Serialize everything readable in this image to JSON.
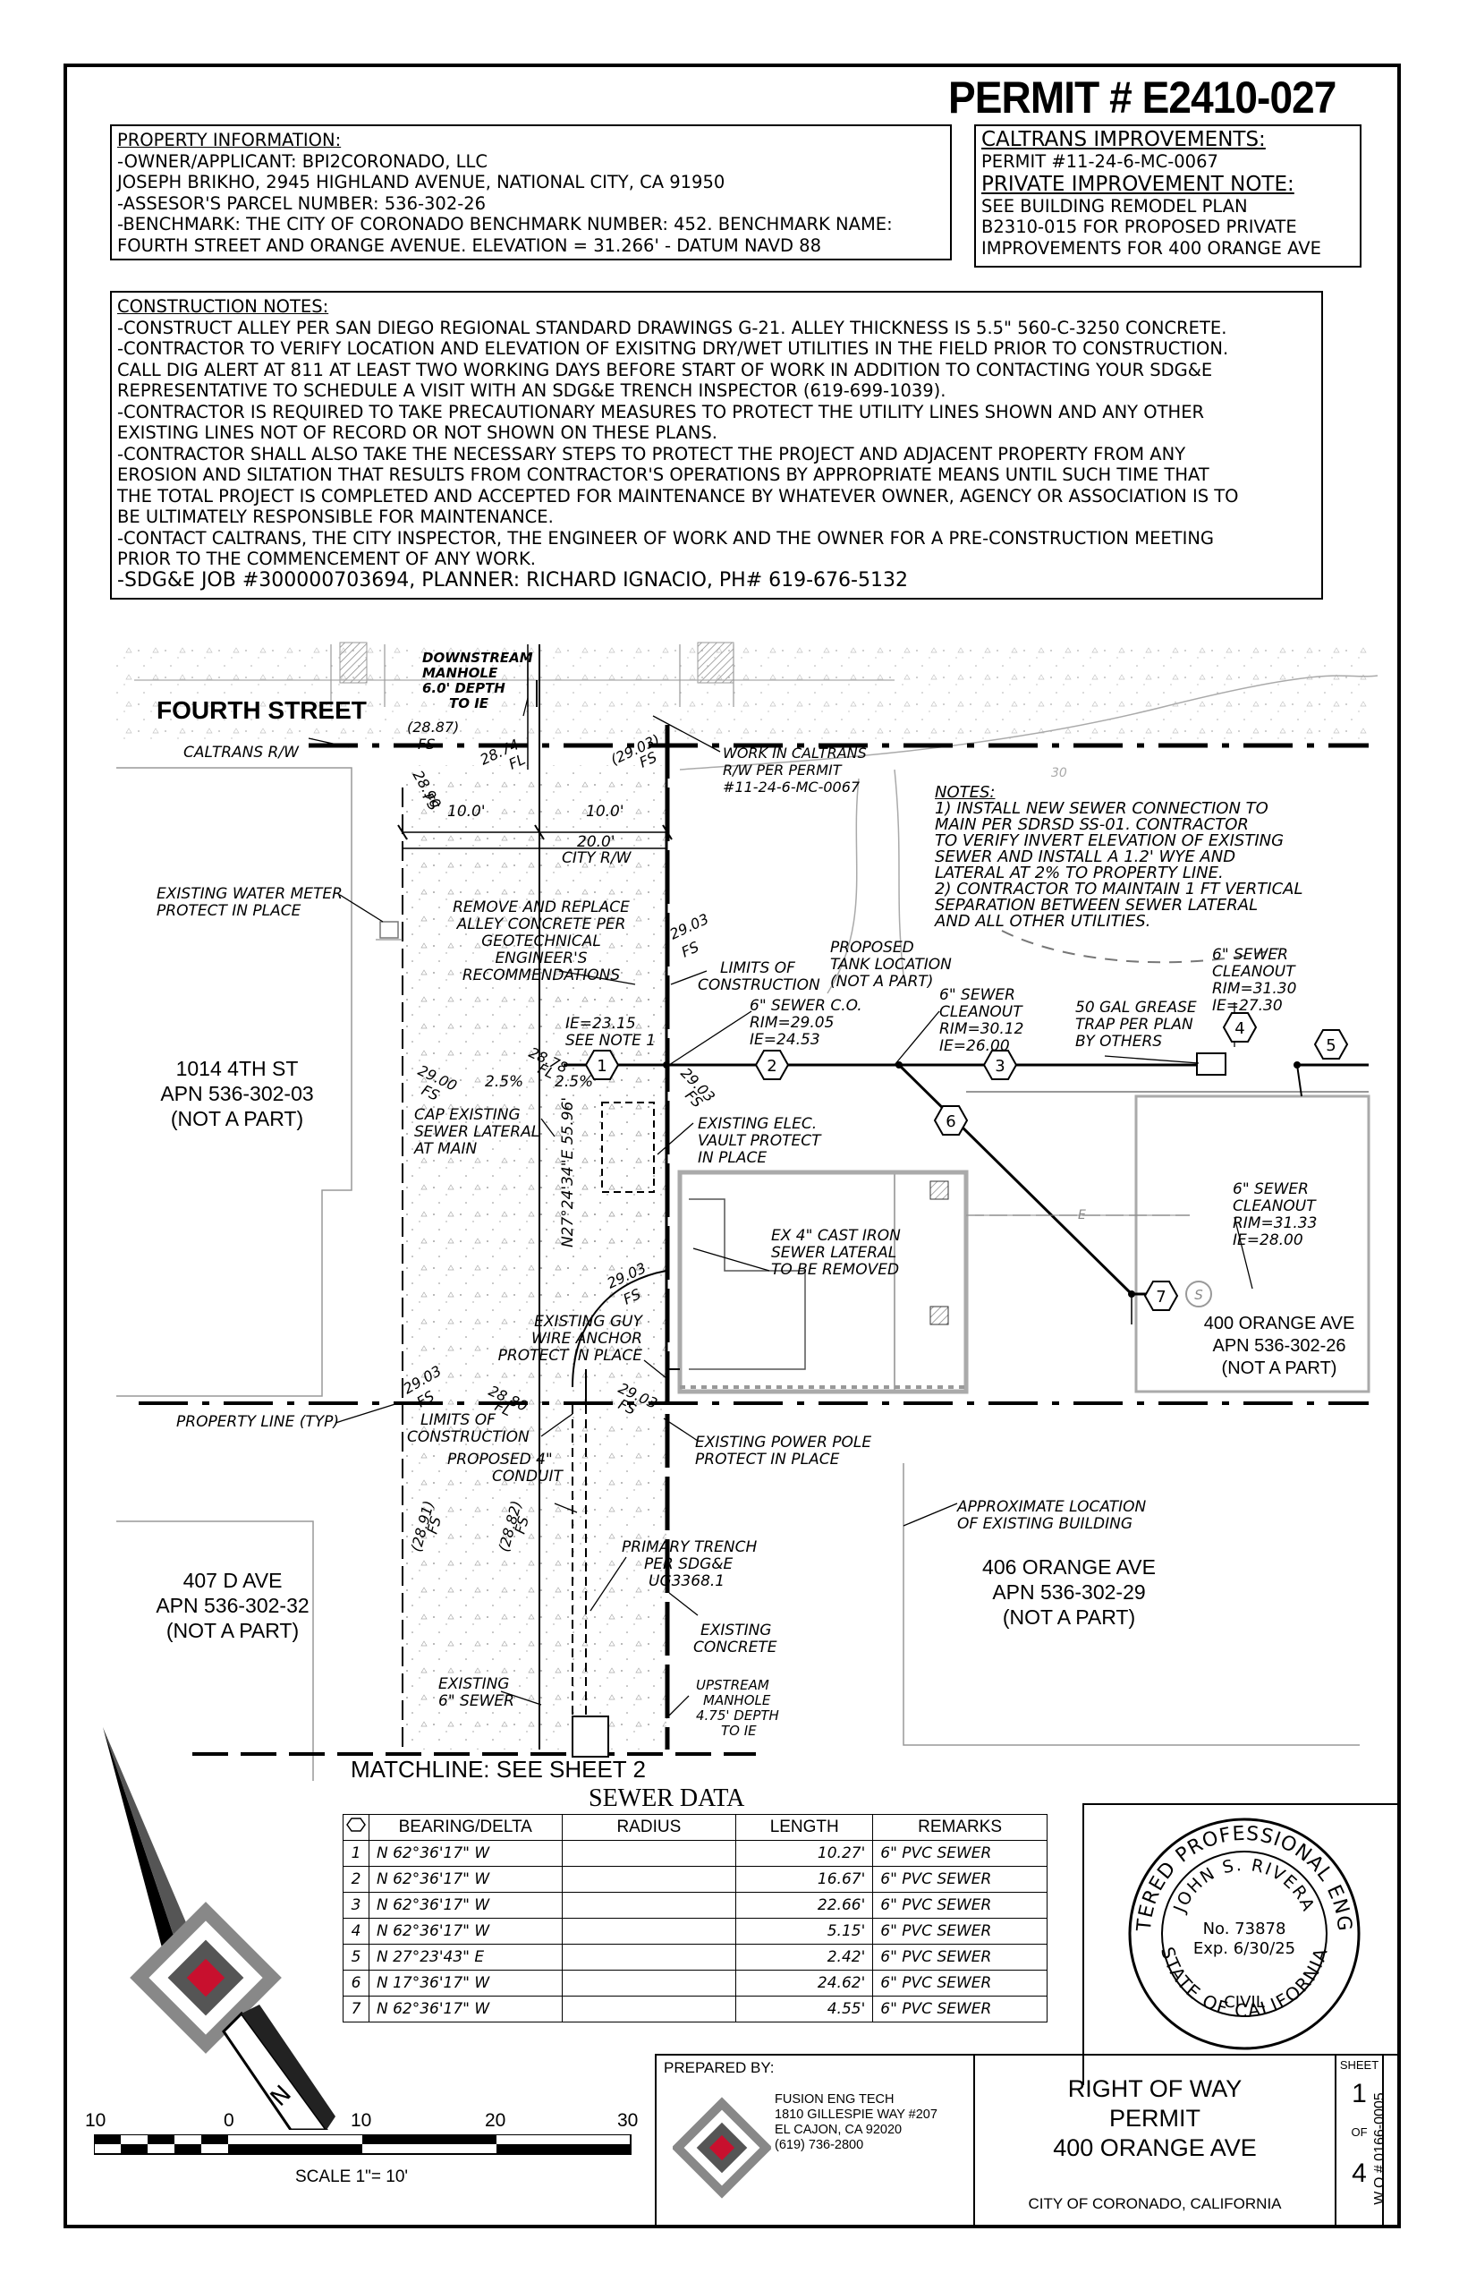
{
  "permit_title": "PERMIT # E2410-027",
  "property_info": {
    "heading": "PROPERTY INFORMATION:",
    "lines": [
      "-OWNER/APPLICANT: BPI2CORONADO, LLC",
      "JOSEPH BRIKHO, 2945 HIGHLAND AVENUE, NATIONAL CITY, CA 91950",
      "-ASSESOR'S PARCEL NUMBER: 536-302-26",
      "-BENCHMARK: THE CITY OF CORONADO BENCHMARK NUMBER: 452. BENCHMARK NAME:",
      "FOURTH STREET AND ORANGE AVENUE. ELEVATION = 31.266' - DATUM NAVD 88"
    ]
  },
  "caltrans": {
    "heading": "CALTRANS IMPROVEMENTS:",
    "permit_line": "PERMIT #11-24-6-MC-0067",
    "private_heading": "PRIVATE IMPROVEMENT NOTE:",
    "private_lines": [
      "SEE BUILDING REMODEL PLAN",
      "B2310-015 FOR PROPOSED PRIVATE",
      "IMPROVEMENTS FOR 400 ORANGE AVE"
    ]
  },
  "construction_notes": {
    "heading": "CONSTRUCTION NOTES:",
    "lines": [
      "-CONSTRUCT ALLEY PER SAN DIEGO REGIONAL STANDARD DRAWINGS G-21. ALLEY THICKNESS IS 5.5\" 560-C-3250 CONCRETE.",
      "-CONTRACTOR TO VERIFY LOCATION AND ELEVATION OF EXISITNG DRY/WET UTILITIES IN THE FIELD PRIOR TO CONSTRUCTION.",
      "CALL DIG ALERT AT 811 AT LEAST TWO WORKING DAYS BEFORE START OF WORK IN ADDITION TO CONTACTING YOUR SDG&E",
      "REPRESENTATIVE TO SCHEDULE A VISIT WITH AN SDG&E TRENCH INSPECTOR (619-699-1039).",
      "-CONTRACTOR IS REQUIRED TO TAKE PRECAUTIONARY MEASURES TO PROTECT THE UTILITY LINES SHOWN AND ANY OTHER",
      "EXISTING LINES NOT OF RECORD OR NOT SHOWN ON THESE PLANS.",
      "-CONTRACTOR SHALL ALSO TAKE THE NECESSARY STEPS TO PROTECT THE PROJECT AND ADJACENT PROPERTY FROM ANY",
      "EROSION AND SILTATION THAT RESULTS FROM CONTRACTOR'S OPERATIONS BY APPROPRIATE MEANS UNTIL SUCH TIME THAT",
      "THE TOTAL PROJECT IS COMPLETED AND ACCEPTED FOR MAINTENANCE BY WHATEVER OWNER, AGENCY OR ASSOCIATION IS TO",
      "BE ULTIMATELY RESPONSIBLE FOR MAINTENANCE.",
      "-CONTACT CALTRANS, THE CITY INSPECTOR, THE ENGINEER OF WORK AND THE OWNER FOR A PRE-CONSTRUCTION MEETING",
      "PRIOR TO THE COMMENCEMENT OF ANY WORK.",
      "-SDG&E JOB #300000703694, PLANNER: RICHARD IGNACIO, PH# 619-676-5132"
    ]
  },
  "plan": {
    "fourth_street": "FOURTH STREET",
    "caltrans_rw": "CALTRANS R/W",
    "downstream_manhole": [
      "DOWNSTREAM",
      "MANHOLE",
      "6.0' DEPTH",
      "TO IE"
    ],
    "work_in_caltrans": [
      "WORK IN CALTRANS",
      "R/W PER PERMIT",
      "#11-24-6-MC-0067"
    ],
    "notes_heading": "NOTES:",
    "notes": [
      "1)   INSTALL NEW SEWER CONNECTION TO",
      "       MAIN PER SDRSD SS-01. CONTRACTOR",
      "       TO VERIFY INVERT ELEVATION OF EXISTING",
      "       SEWER AND INSTALL A 1.2' WYE AND",
      "       LATERAL AT 2% TO PROPERTY LINE.",
      "2)   CONTRACTOR TO MAINTAIN 1 FT VERTICAL",
      "       SEPARATION BETWEEN SEWER LATERAL",
      "       AND ALL OTHER UTILITIES."
    ],
    "water_meter": [
      "EXISTING WATER METER",
      "PROTECT IN PLACE"
    ],
    "remove_replace": [
      "REMOVE AND REPLACE",
      "ALLEY CONCRETE PER",
      "GEOTECHNICAL",
      "ENGINEER'S",
      "RECOMMENDATIONS"
    ],
    "dim_10_left": "10.0'",
    "dim_10_right": "10.0'",
    "dim_20": "20.0'",
    "city_rw": "CITY R/W",
    "fs_2887": "(28.87)",
    "fs_2890": "28.90",
    "fl_2874": "28.74",
    "fs_2903_top": "(29.03)",
    "fs_2903_mid": "29.03",
    "fs_label": "FS",
    "fl_label": "FL",
    "limits_construction_top": [
      "LIMITS OF",
      "CONSTRUCTION"
    ],
    "proposed_tank": [
      "PROPOSED",
      "TANK LOCATION",
      "(NOT A PART)"
    ],
    "sewer_co": [
      "6\" SEWER C.O.",
      "RIM=29.05",
      "IE=24.53"
    ],
    "cleanout_mid": [
      "6\" SEWER",
      "CLEANOUT",
      "RIM=30.12",
      "IE=26.00"
    ],
    "grease_trap": [
      "50 GAL GREASE",
      "TRAP PER PLAN",
      "BY OTHERS"
    ],
    "cleanout_right": [
      "6\" SEWER",
      "CLEANOUT",
      "RIM=31.30",
      "IE=27.30"
    ],
    "ie_note": [
      "IE=23.15",
      "SEE NOTE 1"
    ],
    "fl_2878": "28.78",
    "fs_2900": "29.00",
    "slope_left": "2.5%",
    "slope_right": "2.5%",
    "fs_2903_right": "29.03",
    "parcel_1014": [
      "1014 4TH ST",
      "APN 536-302-03",
      "(NOT A PART)"
    ],
    "cap_lateral": [
      "CAP EXISTING",
      "SEWER LATERAL",
      "AT MAIN"
    ],
    "elec_vault": [
      "EXISTING ELEC.",
      "VAULT PROTECT",
      "IN PLACE"
    ],
    "bearing": "N27°24'34\"E  55.96'",
    "cast_iron": [
      "EX 4\" CAST IRON",
      "SEWER LATERAL",
      "TO BE REMOVED"
    ],
    "cleanout_lower": [
      "6\" SEWER",
      "CLEANOUT",
      "RIM=31.33",
      "IE=28.00"
    ],
    "parcel_400": [
      "400 ORANGE AVE",
      "APN 536-302-26",
      "(NOT A PART)"
    ],
    "guy_wire": [
      "EXISTING GUY",
      "WIRE ANCHOR",
      "PROTECT IN PLACE"
    ],
    "fs_2903_low": "29.03",
    "fs_2903_lowleft": "29.03",
    "fl_2880": "28.80",
    "fs_2903_lowright": "29.03",
    "property_line": "PROPERTY LINE (TYP)",
    "limits_construction_low": [
      "LIMITS OF",
      "CONSTRUCTION"
    ],
    "power_pole": [
      "EXISTING POWER POLE",
      "PROTECT IN PLACE"
    ],
    "proposed_conduit": [
      "PROPOSED 4\"",
      "CONDUIT"
    ],
    "approx_building": [
      "APPROXIMATE LOCATION",
      "OF EXISTING BUILDING"
    ],
    "fs_2891": "(28.91)",
    "fs_2882": "(28.82)",
    "primary_trench": [
      "PRIMARY TRENCH",
      "PER SDG&E",
      "UG3368.1"
    ],
    "parcel_407": [
      "407 D AVE",
      "APN 536-302-32",
      "(NOT A PART)"
    ],
    "parcel_406": [
      "406 ORANGE AVE",
      "APN 536-302-29",
      "(NOT A PART)"
    ],
    "existing_concrete": [
      "EXISTING",
      "CONCRETE"
    ],
    "existing_sewer": [
      "EXISTING",
      "6\" SEWER"
    ],
    "upstream_manhole": [
      "UPSTREAM",
      "MANHOLE",
      "4.75' DEPTH",
      "TO IE"
    ],
    "contour_30": "30",
    "elec_e": "E",
    "sewer_s": "S",
    "matchline": "MATCHLINE: SEE SHEET 2",
    "markers": [
      "1",
      "2",
      "3",
      "4",
      "5",
      "6",
      "7"
    ]
  },
  "sewer_data": {
    "title": "SEWER DATA",
    "headers": [
      "BEARING/DELTA",
      "RADIUS",
      "LENGTH",
      "REMARKS"
    ],
    "rows": [
      {
        "id": "1",
        "bearing": "N 62°36'17\" W",
        "radius": "",
        "length": "10.27'",
        "remarks": "6\" PVC SEWER"
      },
      {
        "id": "2",
        "bearing": "N 62°36'17\" W",
        "radius": "",
        "length": "16.67'",
        "remarks": "6\" PVC SEWER"
      },
      {
        "id": "3",
        "bearing": "N 62°36'17\" W",
        "radius": "",
        "length": "22.66'",
        "remarks": "6\" PVC SEWER"
      },
      {
        "id": "4",
        "bearing": "N 62°36'17\" W",
        "radius": "",
        "length": "5.15'",
        "remarks": "6\" PVC SEWER"
      },
      {
        "id": "5",
        "bearing": "N 27°23'43\" E",
        "radius": "",
        "length": "2.42'",
        "remarks": "6\" PVC SEWER"
      },
      {
        "id": "6",
        "bearing": "N 17°36'17\" W",
        "radius": "",
        "length": "24.62'",
        "remarks": "6\" PVC SEWER"
      },
      {
        "id": "7",
        "bearing": "N 62°36'17\" W",
        "radius": "",
        "length": "4.55'",
        "remarks": "6\" PVC SEWER"
      }
    ]
  },
  "seal": {
    "ring_top": "REGISTERED PROFESSIONAL ENGINEER",
    "name": "JOHN S. RIVERA",
    "number": "No. 73878",
    "expiry": "Exp. 6/30/25",
    "civil": "CIVIL",
    "ring_bottom": "STATE OF CALIFORNIA"
  },
  "north": "N",
  "scale_bar": {
    "ticks": [
      "10",
      "0",
      "10",
      "20",
      "30"
    ],
    "caption": "SCALE  1\"= 10'"
  },
  "title_block": {
    "prepared_by": "PREPARED BY:",
    "firm_lines": [
      "FUSION ENG TECH",
      "1810 GILLESPIE WAY #207",
      "EL CAJON, CA 92020",
      "(619) 736-2800"
    ],
    "title_lines": [
      "RIGHT OF WAY",
      "PERMIT",
      "400 ORANGE AVE"
    ],
    "city": "CITY OF CORONADO, CALIFORNIA",
    "sheet_label": "SHEET",
    "sheet_no": "1",
    "of_label": "OF",
    "sheet_total": "4",
    "wo": "W.O.# 0166-0005"
  },
  "colors": {
    "logo_red": "#c8102e",
    "logo_gray": "#7a7a7a",
    "hatch_gray": "#b5b5b5"
  }
}
